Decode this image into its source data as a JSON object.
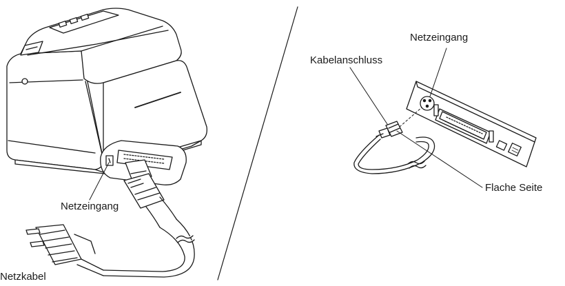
{
  "labels": {
    "left_power_inlet": "Netzeingang",
    "left_power_cable": "Netzkabel",
    "right_power_inlet": "Netzeingang",
    "right_cable_connector": "Kabelanschluss",
    "right_flat_side": "Flache Seite"
  },
  "colors": {
    "line": "#1a1a1a",
    "fill": "#ffffff",
    "shade": "#e6e6e6"
  }
}
